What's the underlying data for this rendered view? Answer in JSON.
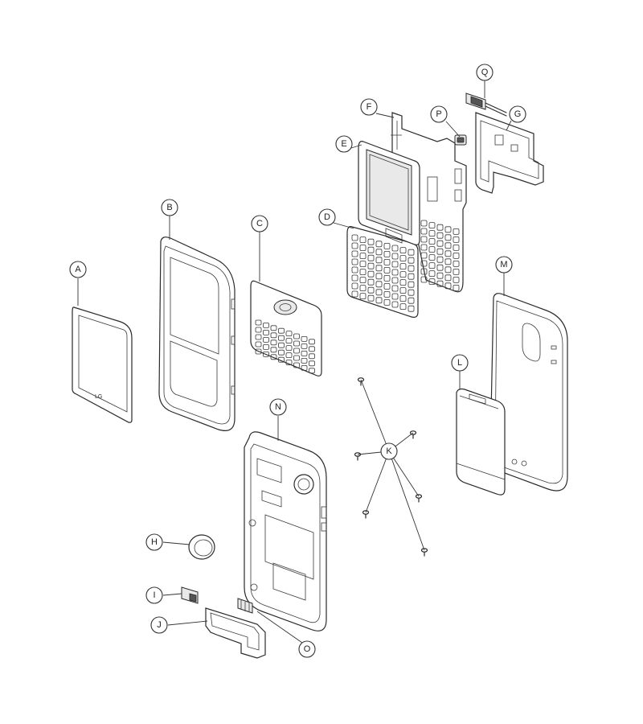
{
  "diagram": {
    "callouts": {
      "A": "A",
      "B": "B",
      "C": "C",
      "D": "D",
      "E": "E",
      "F": "F",
      "G": "G",
      "H": "H",
      "I": "I",
      "J": "J",
      "K": "K",
      "L": "L",
      "M": "M",
      "N": "N",
      "O": "O",
      "P": "P",
      "Q": "Q"
    },
    "logo_text": "LG"
  }
}
